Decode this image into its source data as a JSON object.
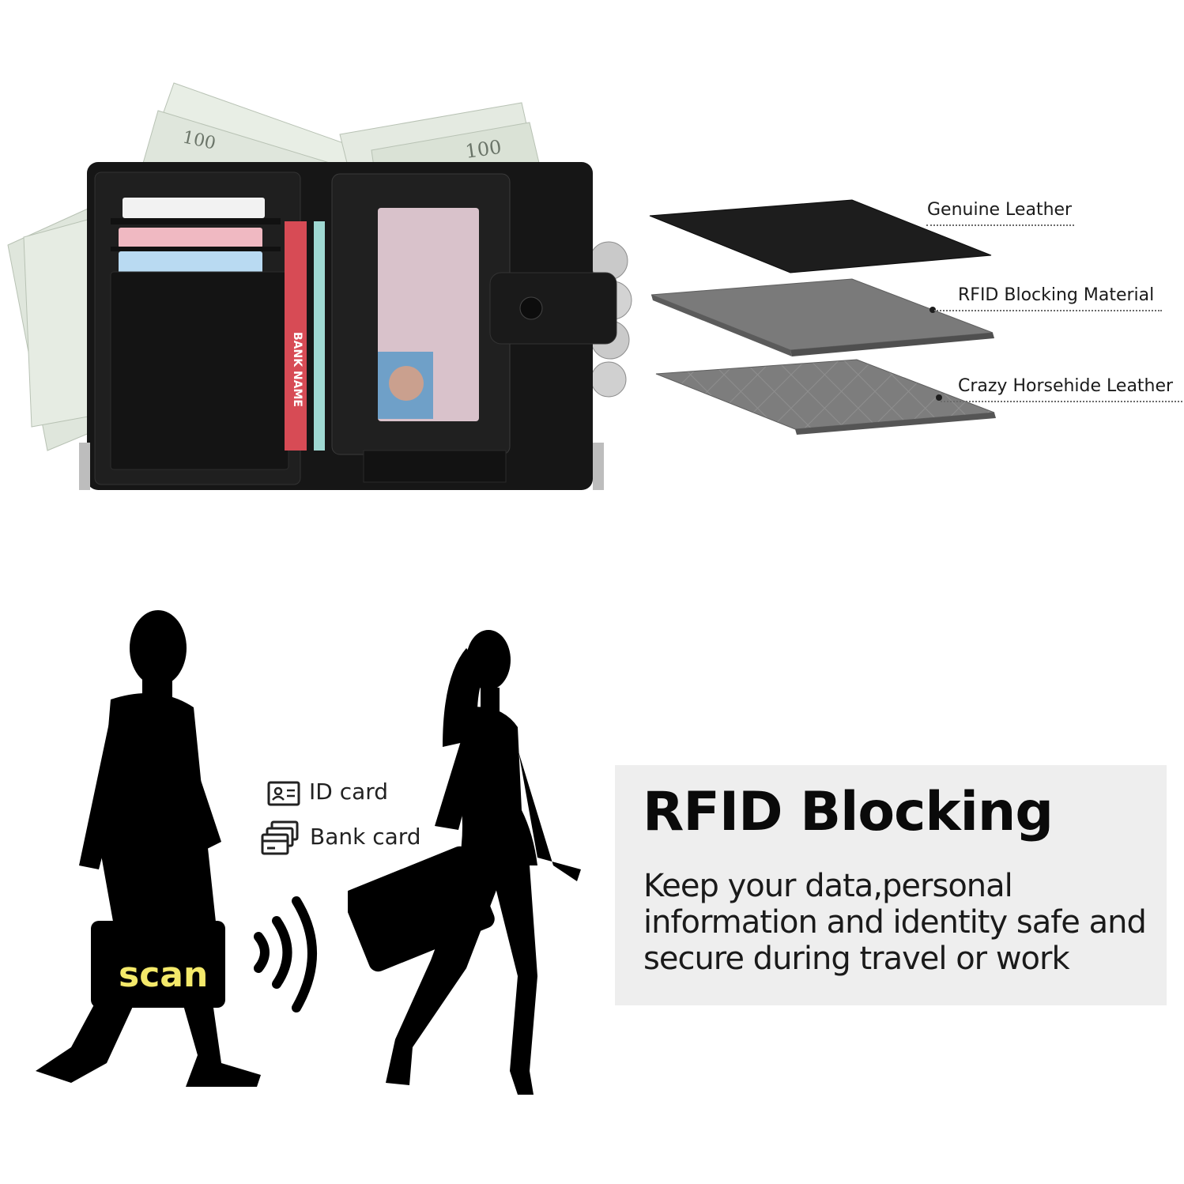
{
  "layers": {
    "top": "Genuine Leather",
    "middle": "RFID Blocking Material",
    "bottom": "Crazy Horsehide Leather"
  },
  "id_label": "BANK NAME",
  "cards": {
    "id": "ID card",
    "bank": "Bank card"
  },
  "scan_label": "scan",
  "panel": {
    "title": "RFID Blocking",
    "body": "Keep your data,personal information and identity safe and secure during travel or work"
  },
  "colors": {
    "scan_text": "#f4e96a",
    "panel_bg": "#eeeeee"
  }
}
